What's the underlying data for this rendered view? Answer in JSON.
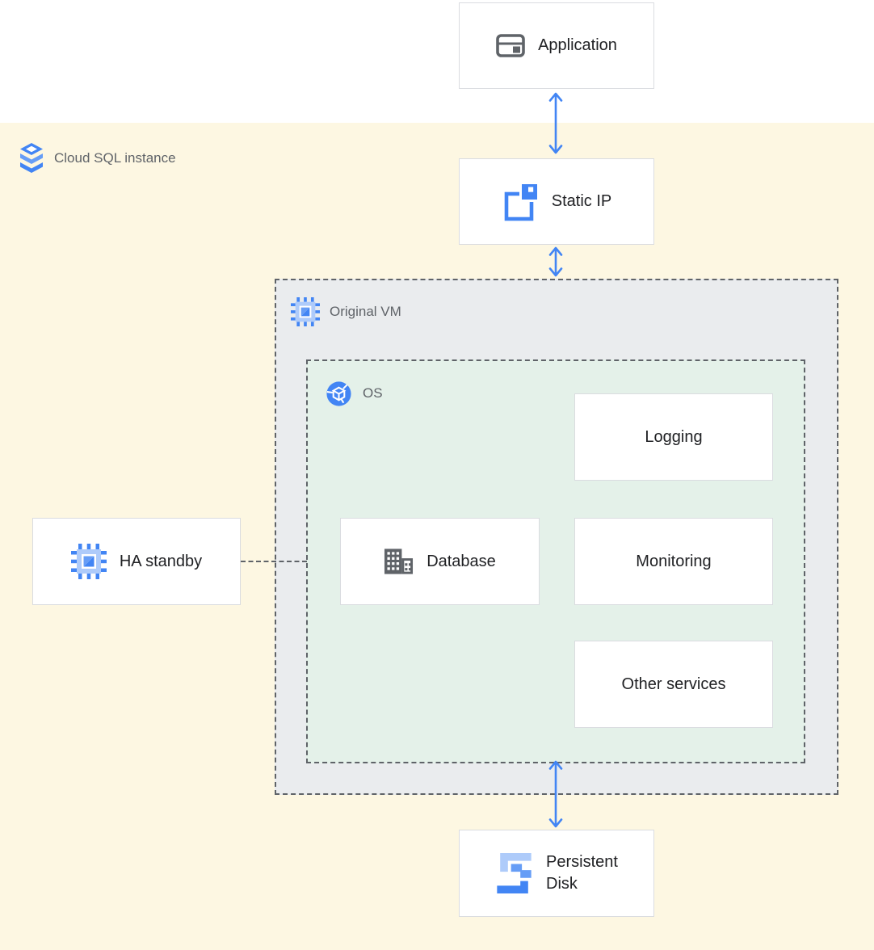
{
  "theme": {
    "canvas_bg": "#ffffff",
    "sql_zone_bg": "#fdf7e2",
    "vm_zone_bg": "#eaecee",
    "os_zone_bg": "#e4f1e9",
    "node_bg": "#ffffff",
    "node_border": "#dadce0",
    "dashed_border": "#5f6368",
    "arrow_color": "#4285f4",
    "node_text": "#202124",
    "zone_text": "#5f6368",
    "icon_dark": "#5f6368",
    "blue_primary": "#4285f4",
    "blue_mid": "#669df6",
    "blue_light": "#aecbfa"
  },
  "zones": {
    "cloud_sql": {
      "label": "Cloud SQL instance",
      "icon": "cloud-sql-icon"
    },
    "original_vm": {
      "label": "Original VM",
      "icon": "compute-engine-icon"
    },
    "os": {
      "label": "OS",
      "icon": "os-icon"
    }
  },
  "nodes": {
    "application": {
      "label": "Application",
      "icon": "application-icon"
    },
    "static_ip": {
      "label": "Static IP",
      "icon": "external-ip-icon"
    },
    "logging": {
      "label": "Logging"
    },
    "database": {
      "label": "Database",
      "icon": "database-icon"
    },
    "monitoring": {
      "label": "Monitoring"
    },
    "other_services": {
      "label": "Other services"
    },
    "ha_standby": {
      "label": "HA standby",
      "icon": "compute-engine-icon"
    },
    "persistent_disk": {
      "label": "Persistent Disk",
      "label_line1": "Persistent",
      "label_line2": "Disk",
      "icon": "persistent-disk-icon"
    }
  },
  "connections": [
    {
      "from": "Application",
      "to": "Static IP",
      "style": "double-arrow"
    },
    {
      "from": "Static IP",
      "to": "Original VM",
      "style": "double-arrow"
    },
    {
      "from": "OS",
      "to": "Persistent Disk",
      "style": "double-arrow"
    },
    {
      "from": "HA standby",
      "to": "OS",
      "style": "dashed-line"
    }
  ]
}
